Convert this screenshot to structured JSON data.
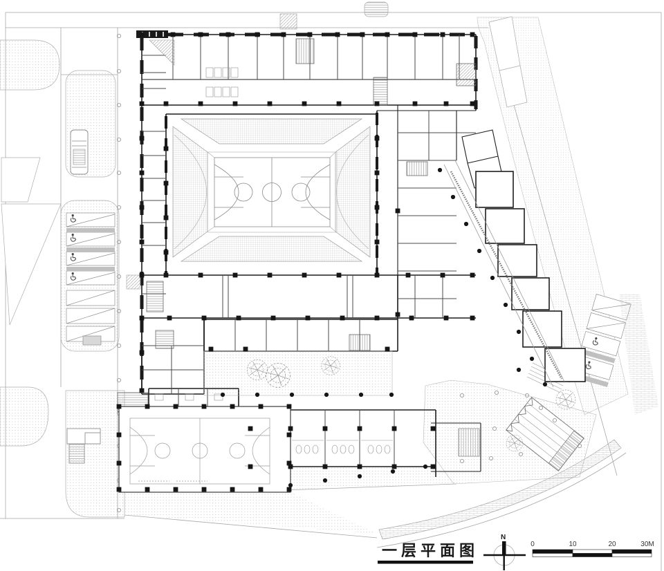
{
  "sheet": {
    "kind": "first-floor architectural plan drawing",
    "title": "一层平面图",
    "north": {
      "label": "N",
      "icon": "north-arrow-icon"
    },
    "scale_bar": {
      "tick_labels": [
        "0",
        "10",
        "20",
        "30M"
      ]
    },
    "colors": {
      "paper": "#ffffff",
      "ink": "#1a1a1a",
      "wall": "#2a2a2a",
      "site_line": "#9a9a9a",
      "paving_dot": "#c4c4c4",
      "bleacher_hatch": "#b5b5b5",
      "stall_gray": "#c0c0c0"
    },
    "features": [
      "indoor-gym-basketball-court-with-bleachers",
      "outdoor-basketball-court",
      "inner-courtyard-with-trees",
      "accessible-parking-stalls",
      "entry-plaza-with-amphitheater",
      "perimeter-roads-and-planting"
    ]
  }
}
